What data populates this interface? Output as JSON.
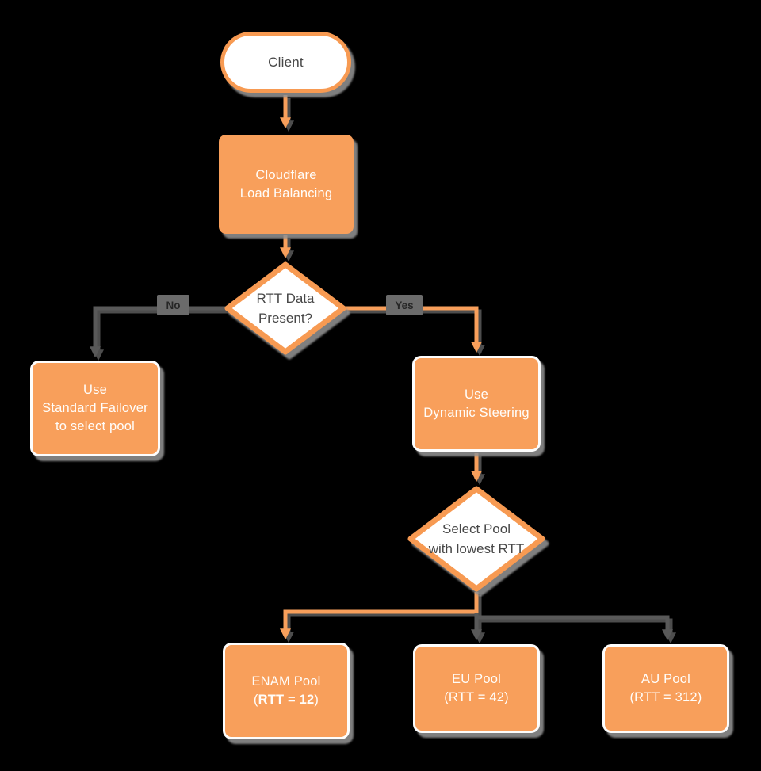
{
  "diagram_title": "Cloudflare load balancing steering decision flowchart",
  "colors": {
    "background": "#000000",
    "node_orange": "#F89F5B",
    "connector_gray": "#595959",
    "shadow_gray": "#919191",
    "text_on_orange": "#FFFDFA",
    "text_on_white": "#474747",
    "badge_gray": "#6B6B6B"
  },
  "nodes": {
    "client": {
      "label": "Client"
    },
    "cloudflare": {
      "lines": [
        "Cloudflare",
        "Load Balancing"
      ]
    },
    "rtt_decision": {
      "lines": [
        "RTT Data",
        "Present?"
      ]
    },
    "standard_failover": {
      "lines": [
        "Use",
        "Standard Failover",
        "to select pool"
      ]
    },
    "dynamic_steering": {
      "lines": [
        "Use",
        "Dynamic Steering"
      ]
    },
    "select_pool": {
      "lines": [
        "Select Pool",
        "with lowest RTT"
      ]
    },
    "enam_pool": {
      "title": "ENAM Pool",
      "rtt_prefix": "(",
      "rtt_bold": "RTT = 12",
      "rtt_suffix": ")"
    },
    "eu_pool": {
      "title": "EU Pool",
      "rtt": "(RTT = 42)"
    },
    "au_pool": {
      "title": "AU Pool",
      "rtt": "(RTT = 312)"
    }
  },
  "edges": {
    "no_label": "No",
    "yes_label": "Yes"
  }
}
